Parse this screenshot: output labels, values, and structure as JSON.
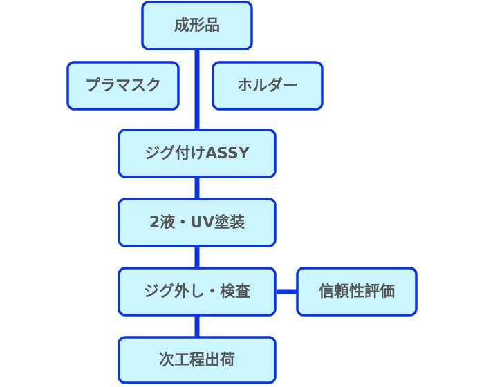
{
  "nodes": {
    "molded_part": "成形品",
    "plastic_mask": "プラマスク",
    "holder": "ホルダー",
    "jig_assy": "ジグ付けASSY",
    "two_liquid_uv": "2液・UV塗装",
    "jig_removal": "ジグ外し・検査",
    "reliability": "信頼性評価",
    "next_process": "次工程出荷"
  },
  "colors": {
    "box_fill": "#ccf6ff",
    "box_border": "#0b33e0",
    "connector": "#0b33e0",
    "text": "#555555"
  }
}
